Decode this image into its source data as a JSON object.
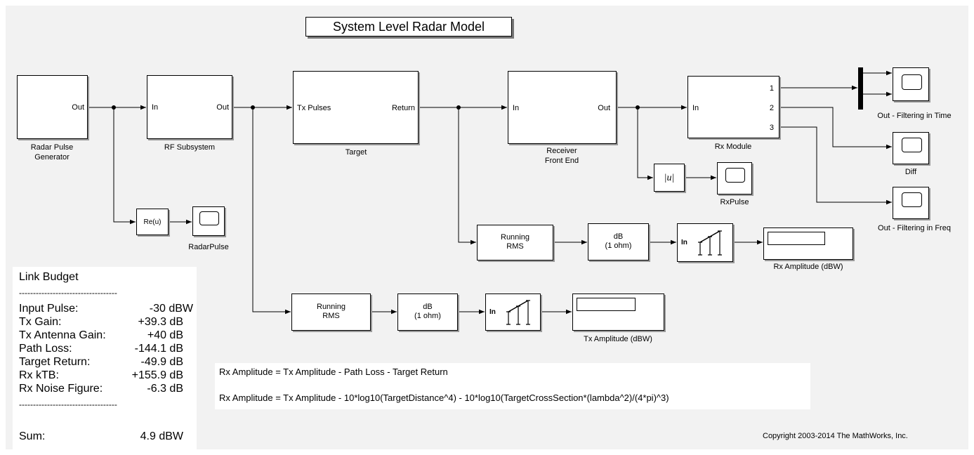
{
  "model": {
    "title": "System Level Radar Model",
    "copyright": "Copyright 2003-2014 The MathWorks, Inc."
  },
  "blocks": {
    "pulse_gen": {
      "port_out": "Out",
      "caption": "Radar Pulse\nGenerator"
    },
    "rf": {
      "port_in": "In",
      "port_out": "Out",
      "caption": "RF Subsystem"
    },
    "target": {
      "port_in": "Tx Pulses",
      "port_out": "Return",
      "caption": "Target"
    },
    "receiver": {
      "port_in": "In",
      "port_out": "Out",
      "caption": "Receiver\nFront End"
    },
    "rx_module": {
      "port_in": "In",
      "ports_out": [
        "1",
        "2",
        "3"
      ],
      "caption": "Rx Module"
    },
    "re_u": {
      "text": "Re(u)"
    },
    "abs_u": {
      "text": "|u|"
    },
    "rms_rx": {
      "text": "Running\nRMS"
    },
    "db_rx": {
      "text": "dB\n(1 ohm)"
    },
    "ln_rx": {
      "text": "In"
    },
    "rms_tx": {
      "text": "Running\nRMS"
    },
    "db_tx": {
      "text": "dB\n(1 ohm)"
    },
    "ln_tx": {
      "text": "In"
    }
  },
  "scopes": {
    "time": "Out - Filtering in Time",
    "diff": "Diff",
    "freq": "Out - Filtering in Freq",
    "rxpulse": "RxPulse",
    "radarpulse": "RadarPulse"
  },
  "displays": {
    "rx": "Rx Amplitude (dBW)",
    "tx": "Tx Amplitude (dBW)"
  },
  "link_budget": {
    "title": "Link Budget",
    "separator": "-----------------------------------",
    "rows": [
      {
        "label": "Input Pulse:",
        "value": "-30 dBW"
      },
      {
        "label": "Tx Gain:",
        "value": "+39.3 dB"
      },
      {
        "label": "Tx Antenna Gain:",
        "value": "+40 dB"
      },
      {
        "label": "Path Loss:",
        "value": "-144.1 dB"
      },
      {
        "label": "Target Return:",
        "value": "-49.9 dB"
      },
      {
        "label": "Rx kTB:",
        "value": "+155.9 dB"
      },
      {
        "label": "Rx Noise Figure:",
        "value": "-6.3 dB"
      }
    ],
    "sum_label": "Sum:",
    "sum_value": "4.9 dBW"
  },
  "equations": {
    "line1": "Rx Amplitude = Tx Amplitude - Path Loss - Target Return",
    "line2": "Rx Amplitude = Tx Amplitude - 10*log10(TargetDistance^4) - 10*log10(TargetCrossSection*(lambda^2)/(4*pi)^3)"
  }
}
